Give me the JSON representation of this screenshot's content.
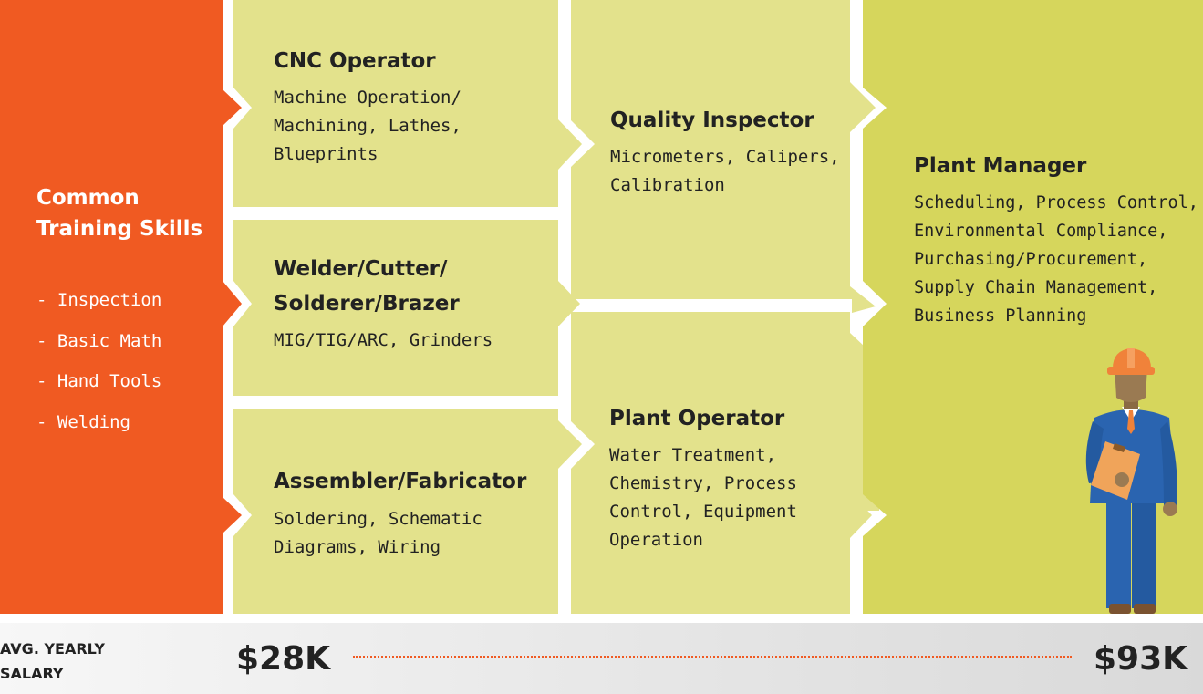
{
  "colors": {
    "orange": "#f05a22",
    "light_panel": "#e3e28c",
    "green_panel": "#d6d65c",
    "skin": "#9a7a52",
    "suit": "#2a64b0",
    "hardhat": "#f0823a",
    "clipboard": "#f0a45a"
  },
  "common_skills": {
    "title": "Common Training Skills",
    "items": [
      "- Inspection",
      "- Basic Math",
      "- Hand Tools",
      "- Welding"
    ]
  },
  "cards": [
    {
      "title": "CNC Operator",
      "body": [
        "Machine Operation/",
        "Machining, Lathes,",
        "Blueprints"
      ]
    },
    {
      "title_lines": [
        "Welder/Cutter/",
        "Solderer/Brazer"
      ],
      "body": [
        "MIG/TIG/ARC, Grinders"
      ]
    },
    {
      "title": "Assembler/Fabricator",
      "body": [
        "Soldering, Schematic",
        "Diagrams, Wiring"
      ]
    },
    {
      "title": "Quality Inspector",
      "body": [
        "Micrometers, Calipers,",
        "Calibration"
      ]
    },
    {
      "title": "Plant Operator",
      "body": [
        "Water Treatment,",
        "Chemistry, Process",
        "Control, Equipment",
        "Operation"
      ]
    },
    {
      "title": "Plant Manager",
      "body": [
        "Scheduling, Process Control,",
        "Environmental Compliance,",
        "Purchasing/Procurement,",
        "Supply Chain Management,",
        "Business Planning"
      ]
    }
  ],
  "figure_icon": "construction-worker-icon",
  "footer": {
    "label_lines": [
      "AVG. YEARLY",
      "SALARY"
    ],
    "salary_low": "$28K",
    "salary_high": "$93K"
  }
}
